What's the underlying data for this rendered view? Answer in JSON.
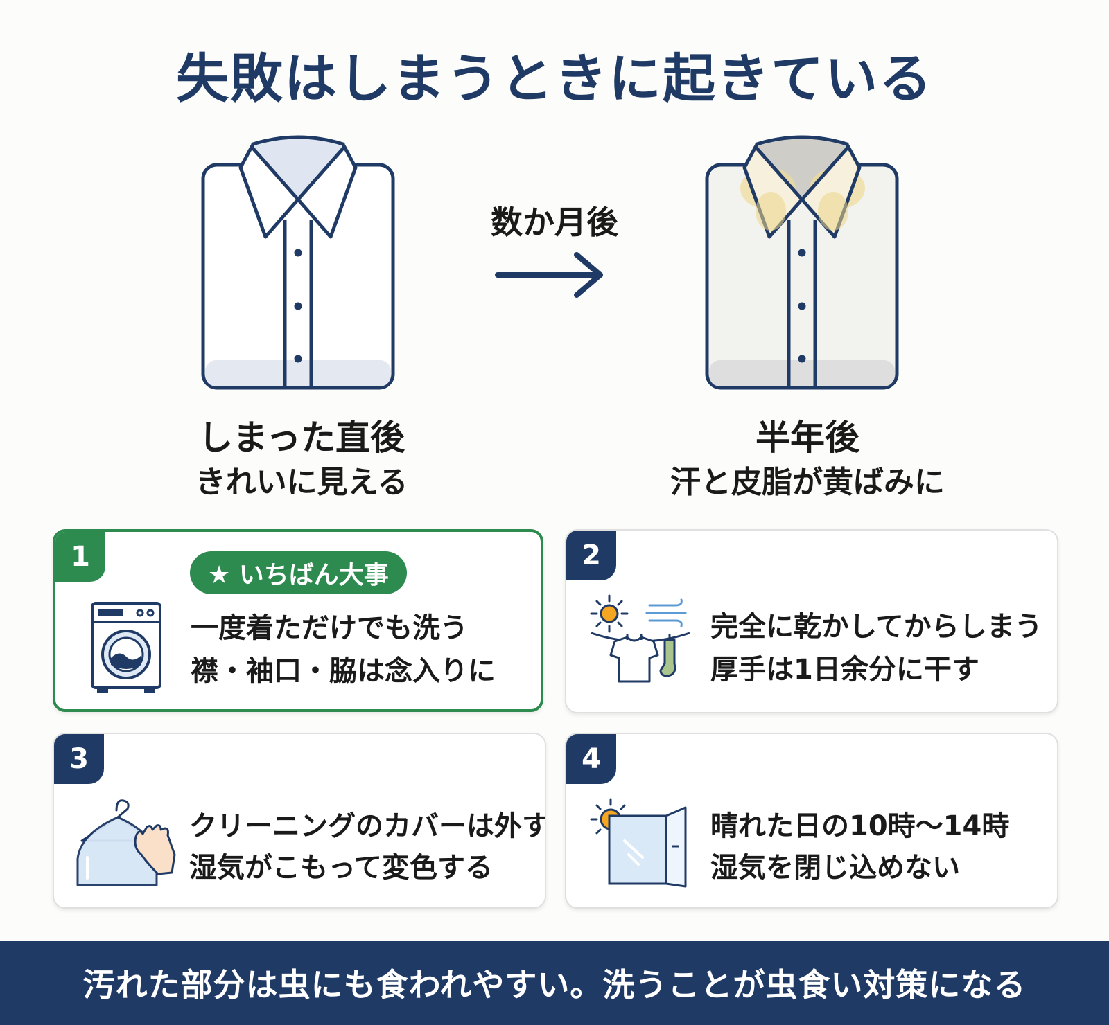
{
  "title": "失敗はしまうときに起きている",
  "comparison": {
    "arrow_label": "数か月後",
    "before": {
      "title": "しまった直後",
      "subtitle": "きれいに見える"
    },
    "after": {
      "title": "半年後",
      "subtitle": "汗と皮脂が黄ばみに"
    }
  },
  "tips": [
    {
      "number": "1",
      "badge": "★ いちばん大事",
      "line1": "一度着ただけでも洗う",
      "line2": "襟・袖口・脇は念入りに",
      "icon": "washing-machine-icon"
    },
    {
      "number": "2",
      "line1": "完全に乾かしてからしまう",
      "line2": "厚手は1日余分に干す",
      "icon": "sun-drying-laundry-icon"
    },
    {
      "number": "3",
      "line1": "クリーニングのカバーは外す",
      "line2": "湿気がこもって変色する",
      "icon": "garment-cover-hand-icon"
    },
    {
      "number": "4",
      "line1": "晴れた日の10時〜14時",
      "line2": "湿気を閉じ込めない",
      "icon": "sun-open-window-icon"
    }
  ],
  "footer": "汚れた部分は虫にも食われやすい。洗うことが虫食い対策になる",
  "colors": {
    "navy": "#203a66",
    "green": "#2e8b4f",
    "sun": "#f5a623"
  }
}
